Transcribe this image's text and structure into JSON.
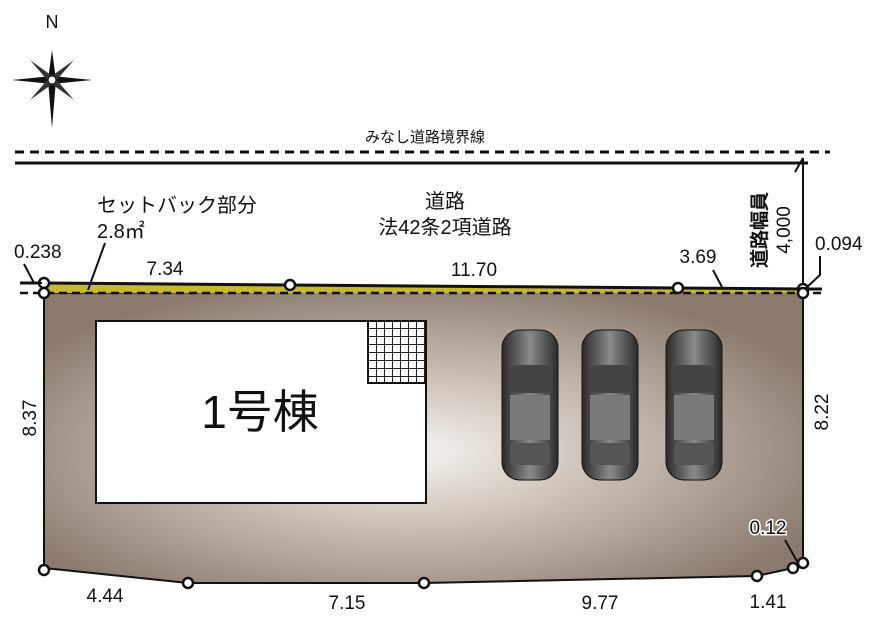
{
  "compass": {
    "north_label": "N"
  },
  "road": {
    "boundary_label": "みなし道路境界線",
    "title": "道路",
    "type": "法42条2項道路",
    "width_label": "道路幅員",
    "width_value": "4,000"
  },
  "setback": {
    "label": "セットバック部分",
    "area": "2.8㎡"
  },
  "building": {
    "label": "1号棟"
  },
  "dimensions": {
    "top_left_offset": "0.238",
    "top_1": "7.34",
    "top_2": "11.70",
    "top_3": "3.69",
    "top_right_offset": "0.094",
    "left": "8.37",
    "right": "8.22",
    "corner": "0.12",
    "bottom_1": "4.44",
    "bottom_2": "7.15",
    "bottom_3": "9.77",
    "bottom_4": "1.41"
  },
  "parking": {
    "car_count": 3
  },
  "colors": {
    "lot": "#8a7a6e",
    "setback": "#c8b830",
    "lot_light": "#f4f2ef"
  }
}
